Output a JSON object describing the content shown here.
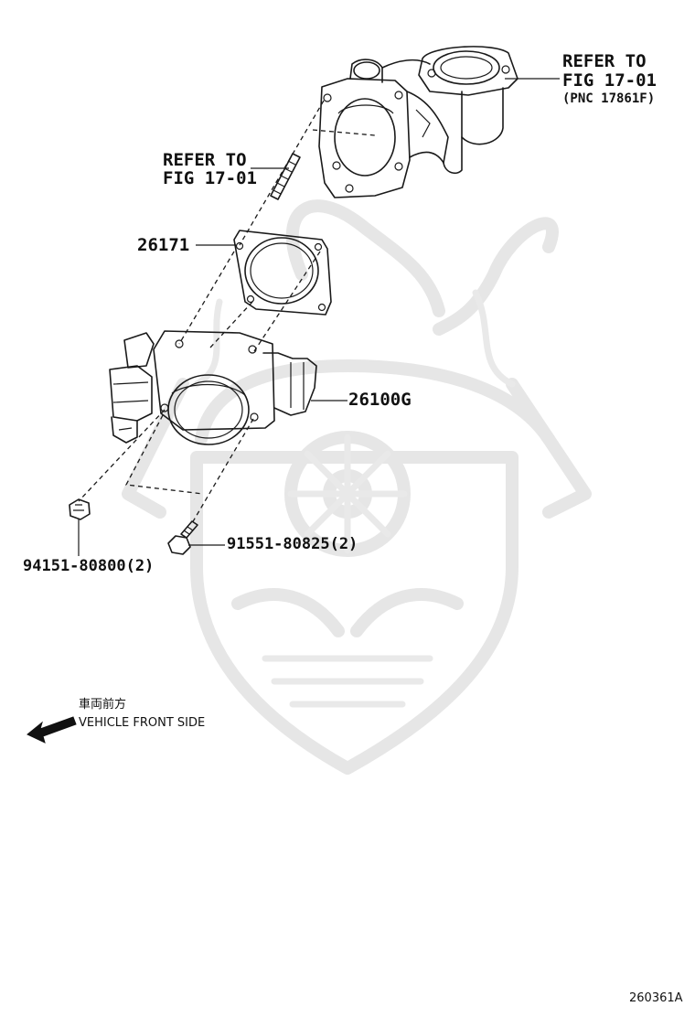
{
  "callouts": {
    "refer_top_line1": "REFER TO",
    "refer_top_line2": "FIG 17-01",
    "refer_top_line3": "(PNC 17861F)",
    "refer_mid_line1": "REFER TO",
    "refer_mid_line2": "FIG 17-01",
    "part_gasket": "26171",
    "part_throttle_body": "26100G",
    "part_nut": "94151-80800(2)",
    "part_bolt": "91551-80825(2)"
  },
  "direction": {
    "japanese": "車両前方",
    "english": "VEHICLE FRONT SIDE"
  },
  "figure_id": "260361A"
}
